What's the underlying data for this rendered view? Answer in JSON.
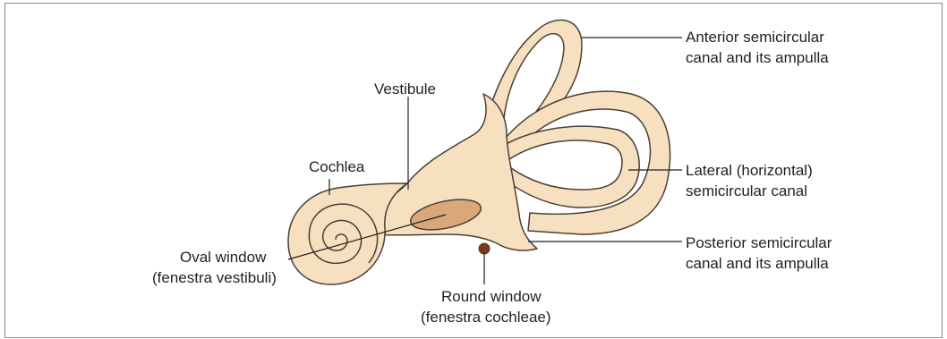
{
  "colors": {
    "structure_fill": "#f7e0bf",
    "structure_outline": "#4a3f35",
    "oval_window_fill": "#d8a878",
    "round_window_fill": "#7a3a1c",
    "leader_line": "#231f20",
    "frame_border": "#8c8c8c"
  },
  "labels": {
    "anterior_line1": "Anterior semicircular",
    "anterior_line2": "canal and its ampulla",
    "vestibule": "Vestibule",
    "cochlea": "Cochlea",
    "lateral_line1": "Lateral (horizontal)",
    "lateral_line2": "semicircular canal",
    "oval_line1": "Oval window",
    "oval_line2": "(fenestra vestibuli)",
    "posterior_line1": "Posterior semicircular",
    "posterior_line2": "canal and its ampulla",
    "round_line1": "Round window",
    "round_line2": "(fenestra cochleae)"
  }
}
